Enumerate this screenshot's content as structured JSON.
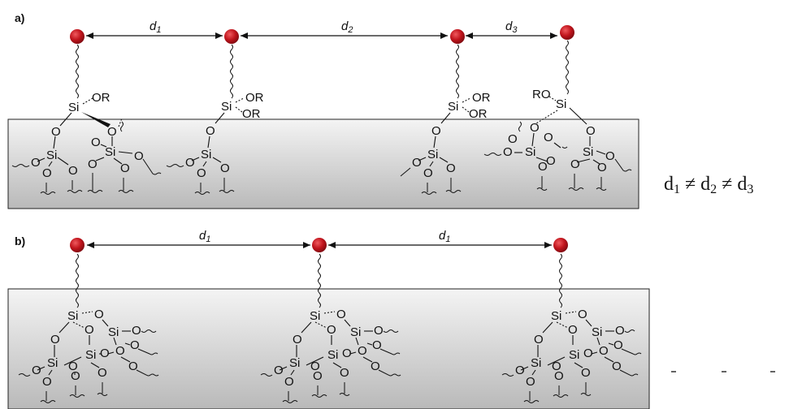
{
  "panel_a": {
    "label": "a)",
    "distances": [
      "d1",
      "d2",
      "d3"
    ],
    "equation": "d1 ≠ d2 ≠ d3",
    "substituent_labels": [
      "OR",
      "OR",
      "OR",
      "OR",
      "OR",
      "RO"
    ]
  },
  "panel_b": {
    "label": "b)",
    "distances": [
      "d1",
      "d1"
    ]
  },
  "atoms": {
    "silicon": "Si",
    "oxygen": "O"
  },
  "colors": {
    "ball": "#c0141c",
    "ball_highlight": "#e8474c",
    "surface_top": "#f2f2f2",
    "surface_bottom": "#bdbdbd"
  }
}
